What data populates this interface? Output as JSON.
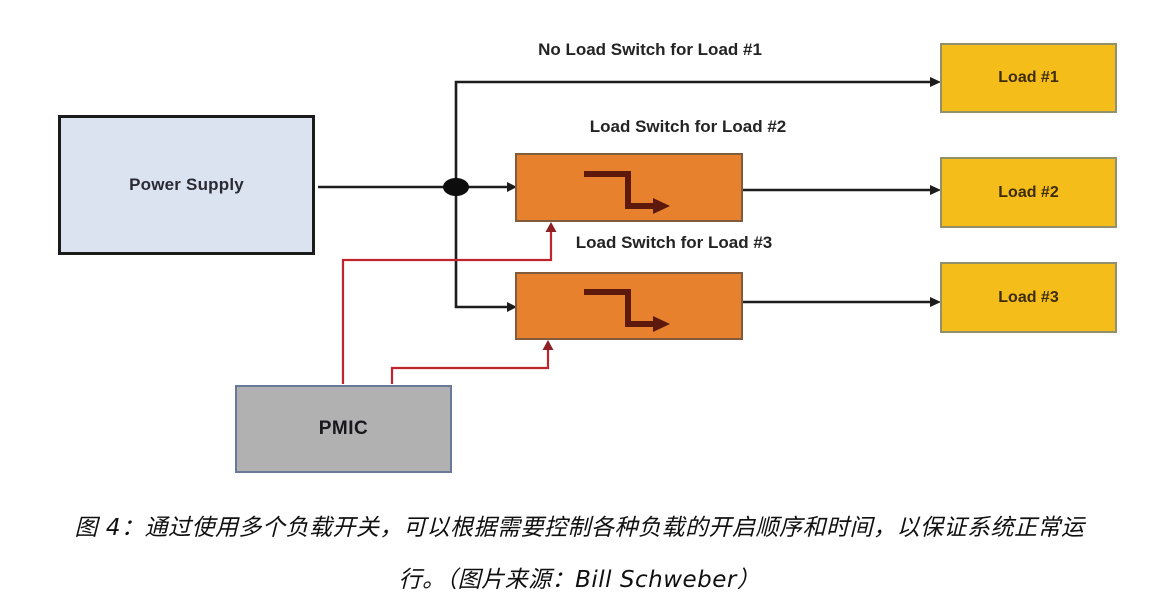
{
  "diagram": {
    "boxes": {
      "power_supply": "Power Supply",
      "load_1": "Load #1",
      "load_2": "Load #2",
      "load_3": "Load #3",
      "pmic": "PMIC"
    },
    "labels": {
      "no_switch_load1": "No Load Switch for Load #1",
      "switch_load2": "Load Switch for Load #2",
      "switch_load3": "Load Switch for Load #3"
    },
    "colors": {
      "power_supply_fill": "#dce3f0",
      "load_fill": "#f5bd19",
      "load_border": "#90906a",
      "switch_fill": "#e8812e",
      "switch_symbol": "#5c190c",
      "pmic_fill": "#b1b1b2",
      "pmic_border": "#68799a",
      "wire_black": "#1c1c1c",
      "wire_red": "#c0242c",
      "red_arrowhead": "#8e1f24"
    }
  },
  "caption": {
    "line1": "图 4：通过使用多个负载开关，可以根据需要控制各种负载的开启顺序和时间，以保证系统正常运",
    "line2": "行。（图片来源：Bill Schweber）"
  }
}
